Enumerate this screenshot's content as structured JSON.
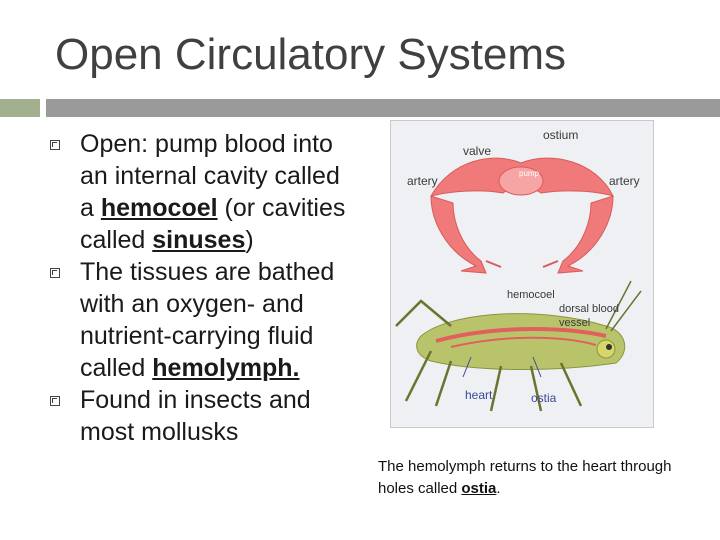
{
  "slide": {
    "title": "Open Circulatory Systems"
  },
  "bullets": [
    {
      "pre": "Open: pump blood into an internal cavity called a ",
      "term1": "hemocoel",
      "mid": " (or cavities called ",
      "term2": "sinuses",
      "post": ")"
    },
    {
      "pre": "The tissues are bathed with an oxygen- and nutrient-carrying fluid called ",
      "term": "hemolymph."
    },
    {
      "text": "Found in insects and most mollusks"
    }
  ],
  "diagram": {
    "labels": {
      "ostium": "ostium",
      "valve": "valve",
      "pump": "pump",
      "artery_left": "artery",
      "artery_right": "artery",
      "hemocoel": "hemocoel",
      "dorsal_blood_vessel": "dorsal blood",
      "dorsal_blood_vessel_2": "vessel",
      "heart": "heart",
      "ostia": "ostia"
    },
    "colors": {
      "heart_red": "#f07a7a",
      "grasshopper_green": "#b9c46a",
      "label_text": "#3a3a3a",
      "callout_blue": "#3a4a9a"
    }
  },
  "caption": {
    "pre": "The hemolymph returns to the heart through holes called ",
    "term": "ostia",
    "post": "."
  }
}
